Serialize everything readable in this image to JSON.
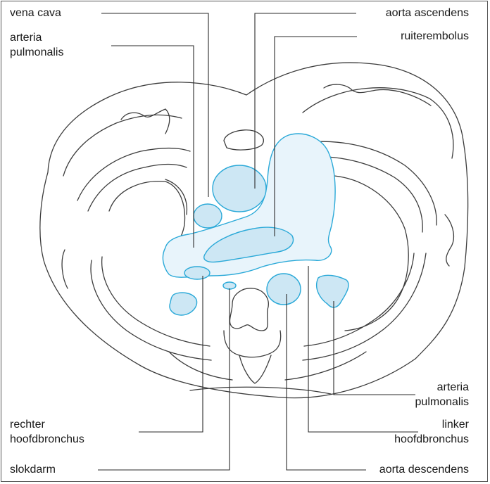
{
  "colors": {
    "highlight_fill": "#e8f4fb",
    "highlight_fill_dark": "#cde7f4",
    "highlight_stroke": "#2aa9d8",
    "anatomy_stroke": "#3c3c3c",
    "label_text": "#1a1a1a"
  },
  "labels": {
    "vena_cava": "vena cava",
    "arteria_pulmonalis_left": "arteria\npulmonalis",
    "aorta_ascendens": "aorta ascendens",
    "ruiterembolus": "ruiterembolus",
    "arteria_pulmonalis_right": "arteria\npulmonalis",
    "rechter_hoofdbronchus": "rechter\nhoofdbronchus",
    "linker_hoofdbronchus": "linker\nhoofdbronchus",
    "slokdarm": "slokdarm",
    "aorta_descendens": "aorta descendens"
  }
}
